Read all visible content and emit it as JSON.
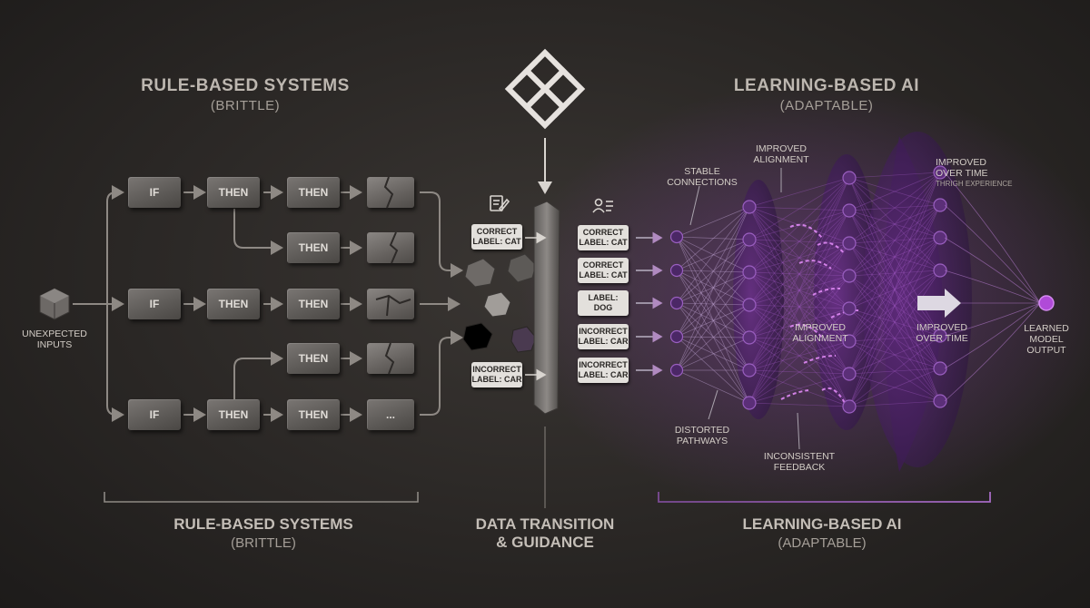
{
  "header": {
    "left_title": "RULE-BASED SYSTEMS",
    "left_subtitle": "(BRITTLE)",
    "right_title": "LEARNING-BASED AI",
    "right_subtitle": "(ADAPTABLE)"
  },
  "footer": {
    "left_title": "RULE-BASED SYSTEMS",
    "left_subtitle": "(BRITTLE)",
    "center_title_line1": "DATA TRANSITION",
    "center_title_line2": "& GUIDANCE",
    "right_title": "LEARNING-BASED AI",
    "right_subtitle": "(ADAPTABLE)"
  },
  "input": {
    "label_line1": "UNEXPECTED",
    "label_line2": "INPUTS"
  },
  "rule_blocks": {
    "row1": [
      "IF",
      "THEN",
      "THEN"
    ],
    "row1b": [
      "THEN"
    ],
    "row2": [
      "IF",
      "THEN",
      "THEN"
    ],
    "row3b": [
      "THEN"
    ],
    "row4": [
      "IF",
      "THEN",
      "THEN",
      "..."
    ]
  },
  "left_labels": [
    {
      "line1": "CORRECT",
      "line2": "LABEL: CAT"
    },
    {
      "line1": "INCORRECT",
      "line2": "LABEL: CAR"
    }
  ],
  "right_labels": [
    {
      "line1": "CORRECT",
      "line2": "LABEL: CAT"
    },
    {
      "line1": "CORRECT",
      "line2": "LABEL: CAT"
    },
    {
      "line1": "LABEL:",
      "line2": "DOG"
    },
    {
      "line1": "INCORRECT",
      "line2": "LABEL: CAR"
    },
    {
      "line1": "INCORRECT",
      "line2": "LABEL: CAR"
    }
  ],
  "annotations": {
    "stable_line1": "STABLE",
    "stable_line2": "CONNECTIONS",
    "improved_top_line1": "IMPROVED",
    "improved_top_line2": "ALIGNMENT",
    "improved_mid_line1": "IMPROVED",
    "improved_mid_line2": "ALIGNMENT",
    "distorted_line1": "DISTORTED",
    "distorted_line2": "PATHWAYS",
    "inconsistent_line1": "INCONSISTENT",
    "inconsistent_line2": "FEEDBACK",
    "over_time_top_line1": "IMPROVED",
    "over_time_top_line2": "OVER TIME",
    "over_time_top_note": "THRIGH EXPERIENCE",
    "over_time_mid_line1": "IMPROVED",
    "over_time_mid_line2": "OVER TIME",
    "output_line1": "LEARNED",
    "output_line2": "MODEL",
    "output_line3": "OUTPUT"
  },
  "colors": {
    "accent_purple": "#b04ad8",
    "node_purple": "#5b2f78",
    "block_gray": "#65615e",
    "text_light": "#cfcac4"
  },
  "icons": [
    "knot-logo-icon",
    "document-edit-icon",
    "user-list-icon",
    "arrow-right-icon"
  ]
}
